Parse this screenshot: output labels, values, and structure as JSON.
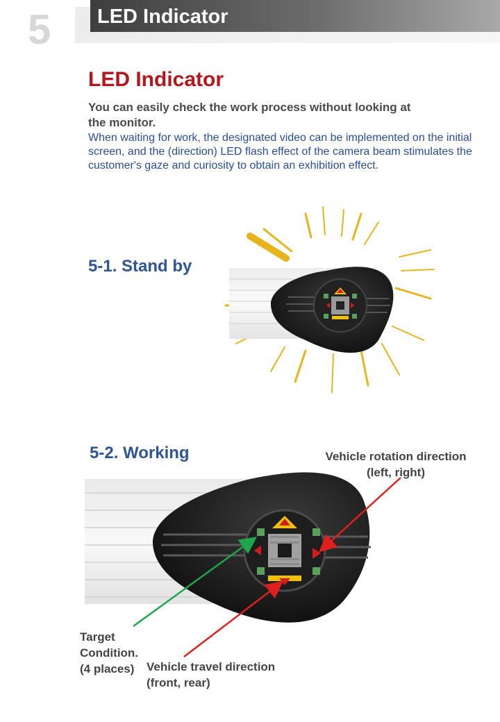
{
  "header": {
    "section_number": "5",
    "bar_title": "LED Indicator"
  },
  "content": {
    "heading": "LED Indicator",
    "lead_line1": "You can easily check the work process without looking at",
    "lead_line2": "the monitor.",
    "body": "When waiting for work, the designated video can be implemented on the initial screen, and the (direction) LED flash effect of the camera beam stimulates the customer's gaze and curiosity to obtain an exhibition effect."
  },
  "standby": {
    "title": "5-1. Stand by"
  },
  "working": {
    "title": "5-2. Working",
    "annotations": {
      "rotation_line1": "Vehicle rotation direction",
      "rotation_line2": "(left, right)",
      "target_line1": "Target",
      "target_line2": "Condition.",
      "target_line3": "(4 places)",
      "travel_line1": "Vehicle travel direction",
      "travel_line2": "(front, rear)"
    }
  },
  "colors": {
    "heading_red": "#b4161c",
    "body_blue": "#2a4e9a",
    "subheading_blue": "#2f5597",
    "arrow_red": "#e01f1f",
    "arrow_green": "#1fa64a",
    "glow_gold": "#e8b41c"
  }
}
